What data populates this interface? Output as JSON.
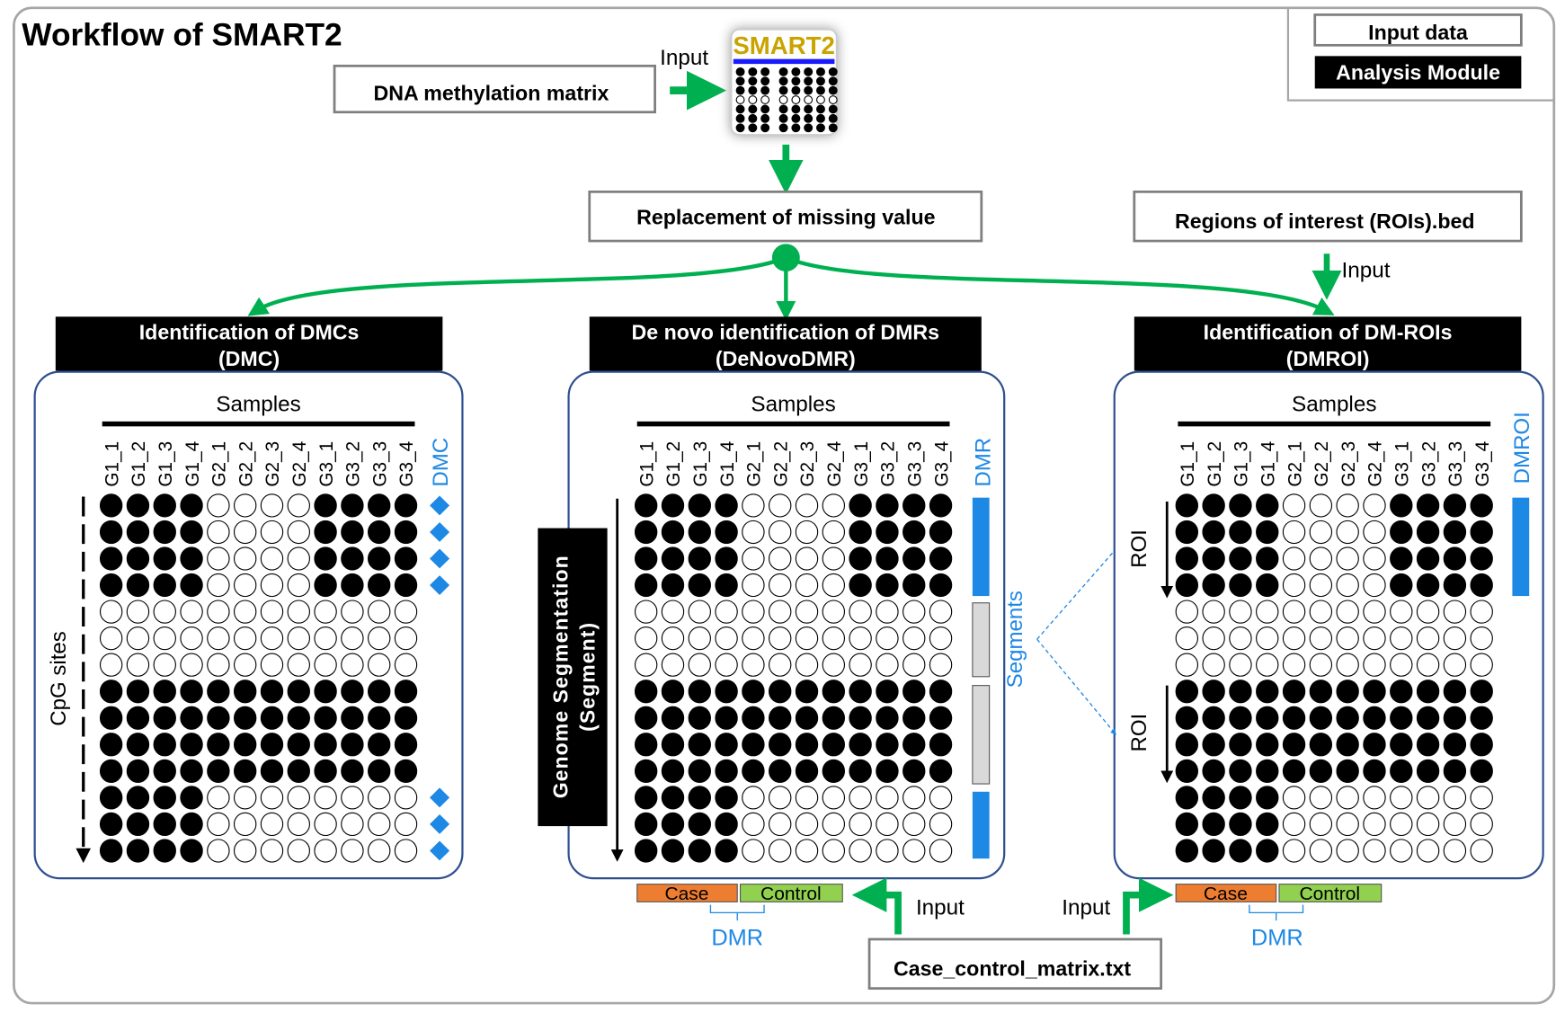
{
  "title": "Workflow of SMART2",
  "legend": {
    "input_data": "Input data",
    "analysis_module": "Analysis Module"
  },
  "logo": {
    "text": "SMART2"
  },
  "inputs": {
    "dna_matrix": "DNA methylation matrix",
    "rois_bed": "Regions of interest (ROIs).bed",
    "case_control": "Case_control_matrix.txt",
    "input_label": "Input"
  },
  "preprocess": "Replacement of missing value",
  "modules": [
    {
      "title": "Identification of DMCs",
      "subtitle": "(DMC)",
      "marker_label": "DMC"
    },
    {
      "title": "De novo identification of DMRs",
      "subtitle": "(DeNovoDMR)",
      "marker_label": "DMR"
    },
    {
      "title": "Identification of DM-ROIs",
      "subtitle": "(DMROI)",
      "marker_label": "DMROI"
    }
  ],
  "samples_label": "Samples",
  "columns": [
    "G1_1",
    "G1_2",
    "G1_3",
    "G1_4",
    "G2_1",
    "G2_2",
    "G2_3",
    "G2_4",
    "G3_1",
    "G3_2",
    "G3_3",
    "G3_4"
  ],
  "methylation_pattern": [
    "111100001111",
    "111100001111",
    "111100001111",
    "111100001111",
    "000000000000",
    "000000000000",
    "000000000000",
    "111111111111",
    "111111111111",
    "111111111111",
    "111111111111",
    "111100000000",
    "111100000000",
    "111100000000"
  ],
  "dmc_rows": [
    0,
    1,
    2,
    3,
    11,
    12,
    13
  ],
  "cpg_label": "CpG sites",
  "segmentation": {
    "line1": "Genome Segmentation",
    "line2": "(Segment)"
  },
  "segments_label": "Segments",
  "roi_label": "ROI",
  "case_label": "Case",
  "control_label": "Control",
  "dmr_label": "DMR",
  "colors": {
    "arrow": "#00b050",
    "accent": "#1e88e5",
    "case": "#ed7d31",
    "control": "#92d050",
    "segment_gray": "#d9d9d9",
    "logo": "#c9a400"
  }
}
